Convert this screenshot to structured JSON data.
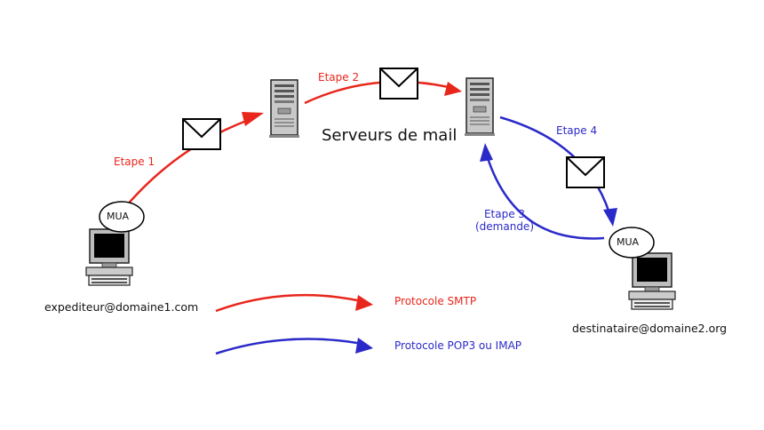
{
  "servers_label": "Serveurs de mail",
  "steps": {
    "step1": "Etape 1",
    "step2": "Etape 2",
    "step3": "Etape 3",
    "step3_note": "(demande)",
    "step4": "Etape 4"
  },
  "mua": {
    "sender": "MUA",
    "recipient": "MUA"
  },
  "addresses": {
    "sender": "expediteur@domaine1.com",
    "recipient": "destinataire@domaine2.org"
  },
  "legend": {
    "smtp": "Protocole SMTP",
    "pop_imap": "Protocole POP3 ou IMAP"
  },
  "colors": {
    "smtp": "#e8261c",
    "pop_imap": "#2b2ac9"
  },
  "icons": [
    "server-icon",
    "computer-icon",
    "envelope-icon"
  ]
}
